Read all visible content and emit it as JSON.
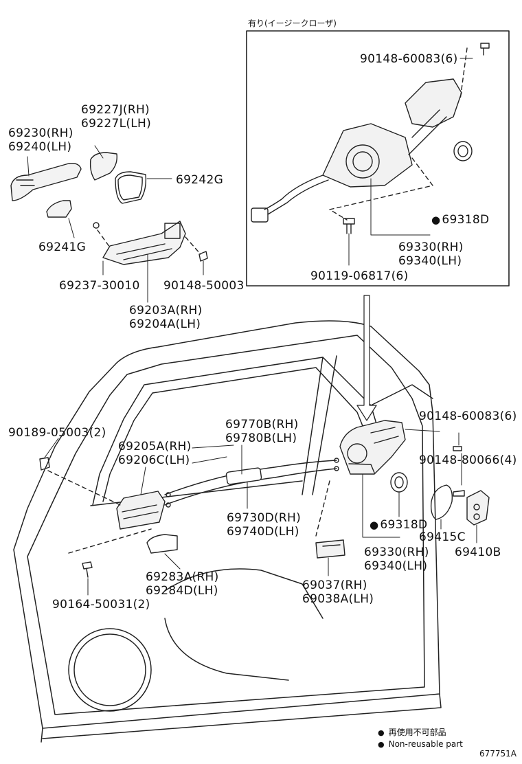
{
  "header_option": "有り(イージークローザ)",
  "parts": {
    "p90148_60083_top": "90148-60083(6)",
    "p69318D_top": "69318D",
    "p69330_top": [
      "69330(RH)",
      "69340(LH)"
    ],
    "p90119_06817": "90119-06817(6)",
    "p69227": [
      "69227J(RH)",
      "69227L(LH)"
    ],
    "p69230": [
      "69230(RH)",
      "69240(LH)"
    ],
    "p69242G": "69242G",
    "p69241G": "69241G",
    "p69237_30010": "69237-30010",
    "p90148_50003": "90148-50003",
    "p69203A": [
      "69203A(RH)",
      "69204A(LH)"
    ],
    "p90189_05003": "90189-05003(2)",
    "p69770B": [
      "69770B(RH)",
      "69780B(LH)"
    ],
    "p69205A": [
      "69205A(RH)",
      "69206C(LH)"
    ],
    "p90148_60083_right": "90148-60083(6)",
    "p90148_80066": "90148-80066(4)",
    "p69730D": [
      "69730D(RH)",
      "69740D(LH)"
    ],
    "p69318D_bottom": "69318D",
    "p69415C": "69415C",
    "p69410B": "69410B",
    "p69330_bottom": [
      "69330(RH)",
      "69340(LH)"
    ],
    "p69283A": [
      "69283A(RH)",
      "69284D(LH)"
    ],
    "p69037": [
      "69037(RH)",
      "69038A(LH)"
    ],
    "p90164_50031": "90164-50031(2)"
  },
  "legend": {
    "line1": "再使用不可部品",
    "line2": "Non-reusable part"
  },
  "diagram_id": "677751A"
}
